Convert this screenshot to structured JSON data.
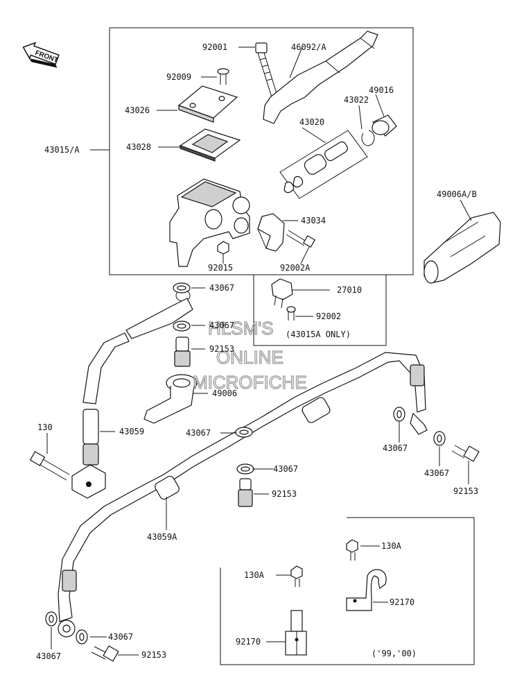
{
  "orientation_label": "FRONT",
  "callouts": {
    "c92001": "92001",
    "c46092": "46092/A",
    "c92009": "92009",
    "c49016": "49016",
    "c43022": "43022",
    "c43026": "43026",
    "c43020": "43020",
    "c43015": "43015/A",
    "c43028": "43028",
    "c49006ab": "49006A/B",
    "c43034": "43034",
    "c92015": "92015",
    "c92002a": "92002A",
    "c43067_a": "43067",
    "c27010": "27010",
    "c43067_b": "43067",
    "c92002": "92002",
    "c43015a_only": "(43015A ONLY)",
    "c92153_a": "92153",
    "c49006": "49006",
    "c130": "130",
    "c43059": "43059",
    "c43067_c": "43067",
    "c43067_d": "43067",
    "c43067_e": "43067",
    "c43067_f": "43067",
    "c92153_b": "92153",
    "c92153_c": "92153",
    "c43059a": "43059A",
    "c130a_a": "130A",
    "c130a_b": "130A",
    "c92170_a": "92170",
    "c92170_b": "92170",
    "c43067_g": "43067",
    "c43067_h": "43067",
    "c92153_d": "92153",
    "c_years": "('99,'00)"
  },
  "watermark": {
    "line1": "HLSM'S",
    "line2": "ONLINE",
    "line3": "MICROFICHE"
  }
}
